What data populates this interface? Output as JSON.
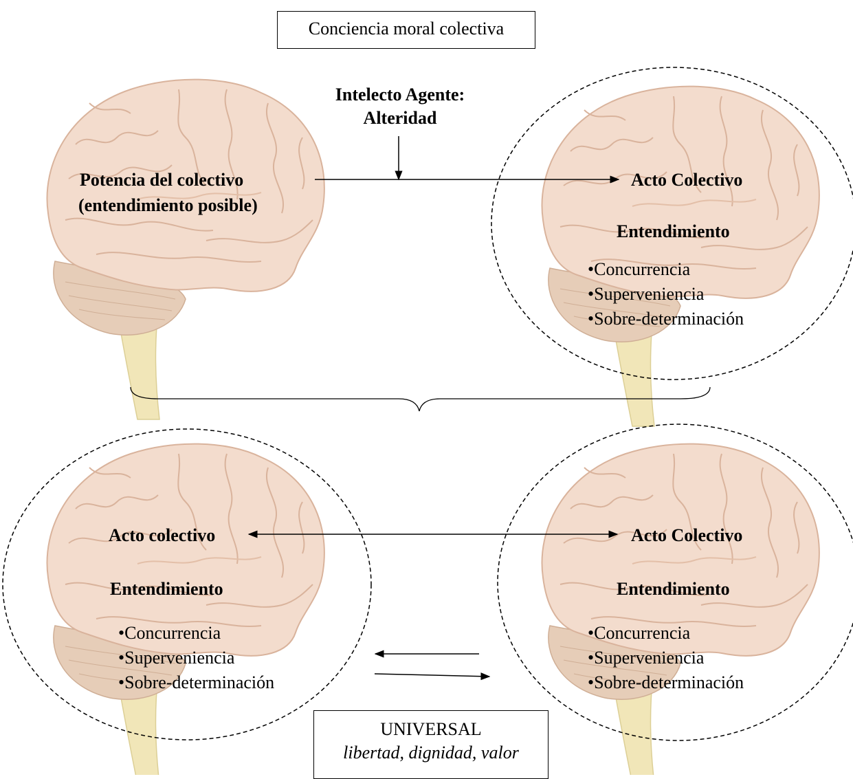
{
  "title_box": "Conciencia moral colectiva",
  "agent_label": [
    "Intelecto Agente:",
    "Alteridad"
  ],
  "top_left": {
    "label": [
      "Potencia del colectivo",
      "(entendimiento posible)"
    ]
  },
  "top_right": {
    "act": "Acto Colectivo",
    "understanding": "Entendimiento",
    "items": [
      "Concurrencia",
      "Superveniencia",
      "Sobre-determinación"
    ]
  },
  "bottom_left": {
    "act": "Acto colectivo",
    "understanding": "Entendimiento",
    "items": [
      "Concurrencia",
      "Superveniencia",
      "Sobre-determinación"
    ]
  },
  "bottom_right": {
    "act": "Acto Colectivo",
    "understanding": "Entendimiento",
    "items": [
      "Concurrencia",
      "Superveniencia",
      "Sobre-determinación"
    ]
  },
  "universal_box": {
    "title": "UNIVERSAL",
    "subtitle": "libertad, dignidad, valor"
  },
  "colors": {
    "brain_fill": "#f3dccd",
    "brain_shadow": "#e3bfa8",
    "cerebellum": "#e6cdb8",
    "stem": "#f1e6b8",
    "line": "#000000"
  }
}
